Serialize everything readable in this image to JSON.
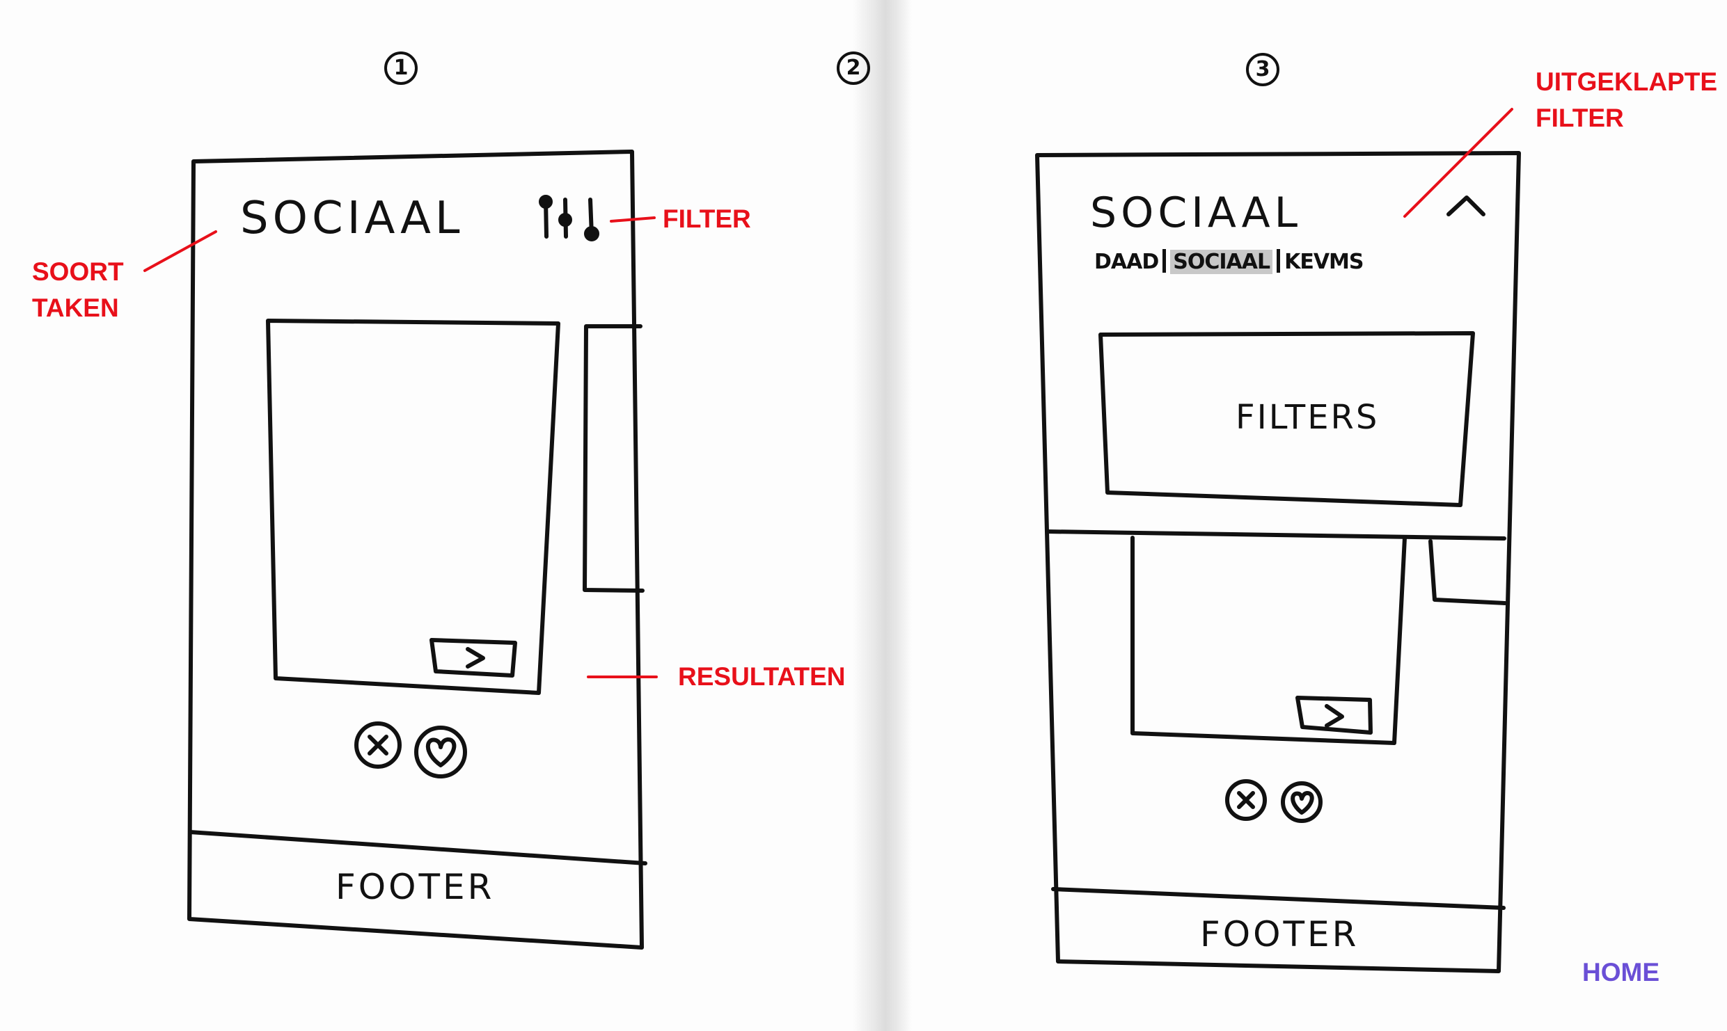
{
  "screens": [
    {
      "number": "1",
      "title": "SOCIAAL",
      "footer": "FOOTER"
    },
    {
      "number": "2"
    },
    {
      "number": "3",
      "title": "SOCIAAL",
      "filters_label": "FILTERS",
      "footer": "FOOTER",
      "filter_tabs": [
        "DAAD",
        "SOCIAAL",
        "KEVMS"
      ],
      "active_tab": "SOCIAAL"
    }
  ],
  "annotations": {
    "soort_taken_line1": "SOORT",
    "soort_taken_line2": "TAKEN",
    "filter": "FILTER",
    "resultaten": "RESULTATEN",
    "uitgeklapte_line1": "UITGEKLAPTE",
    "uitgeklapte_line2": "FILTER",
    "home": "HOME"
  },
  "colors": {
    "annotation": "#e8101a",
    "home": "#6a4fd6",
    "ink": "#111111"
  }
}
